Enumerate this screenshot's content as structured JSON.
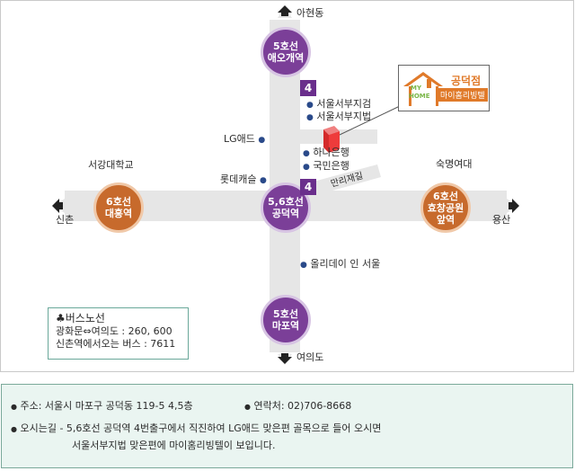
{
  "places": {
    "north": "아현동",
    "south": "여의도",
    "west": "신촌",
    "east": "용산",
    "sogang": "서강대학교",
    "sookmyung": "숙명여대",
    "lg": "LG애드",
    "lotte": "롯데캐슬",
    "court1": "서울서부지검",
    "court2": "서울서부지법",
    "hana": "하나은행",
    "kookmin": "국민은행",
    "olleday": "올리데이 인 서울",
    "manri": "만리재길"
  },
  "stations": {
    "aeogae": {
      "line": "5호선",
      "name": "애오개역"
    },
    "gongdeok": {
      "line": "5,6호선",
      "name": "공덕역"
    },
    "daeheung": {
      "line": "6호선",
      "name": "대흥역"
    },
    "hyochang": {
      "line": "6호선",
      "name": "효창공원",
      "name2": "앞역"
    },
    "mapo": {
      "line": "5호선",
      "name": "마포역"
    }
  },
  "exits": {
    "top": "4",
    "mid": "4"
  },
  "logo": {
    "my": "MY",
    "home": "HOME",
    "branch": "공덕점",
    "name": "마이홈리빙텔"
  },
  "bus": {
    "title": "♣버스노선",
    "line1": "광화문⇔여의도 : 260, 600",
    "line2": "신촌역에서오는 버스 : 7611"
  },
  "info": {
    "address": "주소:  서울시 마포구 공덕동 119-5  4,5층",
    "contact": "연락처: 02)706-8668",
    "directions1": "오시는길 - 5,6호선 공덕역 4번출구에서 직진하여 LG애드 맞은편 골목으로 들어 오시면",
    "directions2": "서울서부지법 맞은편에 마이홈리빙텔이 보입니다."
  },
  "colors": {
    "road": "#e6e6e6",
    "line5": "#7b3f98",
    "line6": "#c76a2c",
    "info_bg": "#eaf5f1"
  }
}
